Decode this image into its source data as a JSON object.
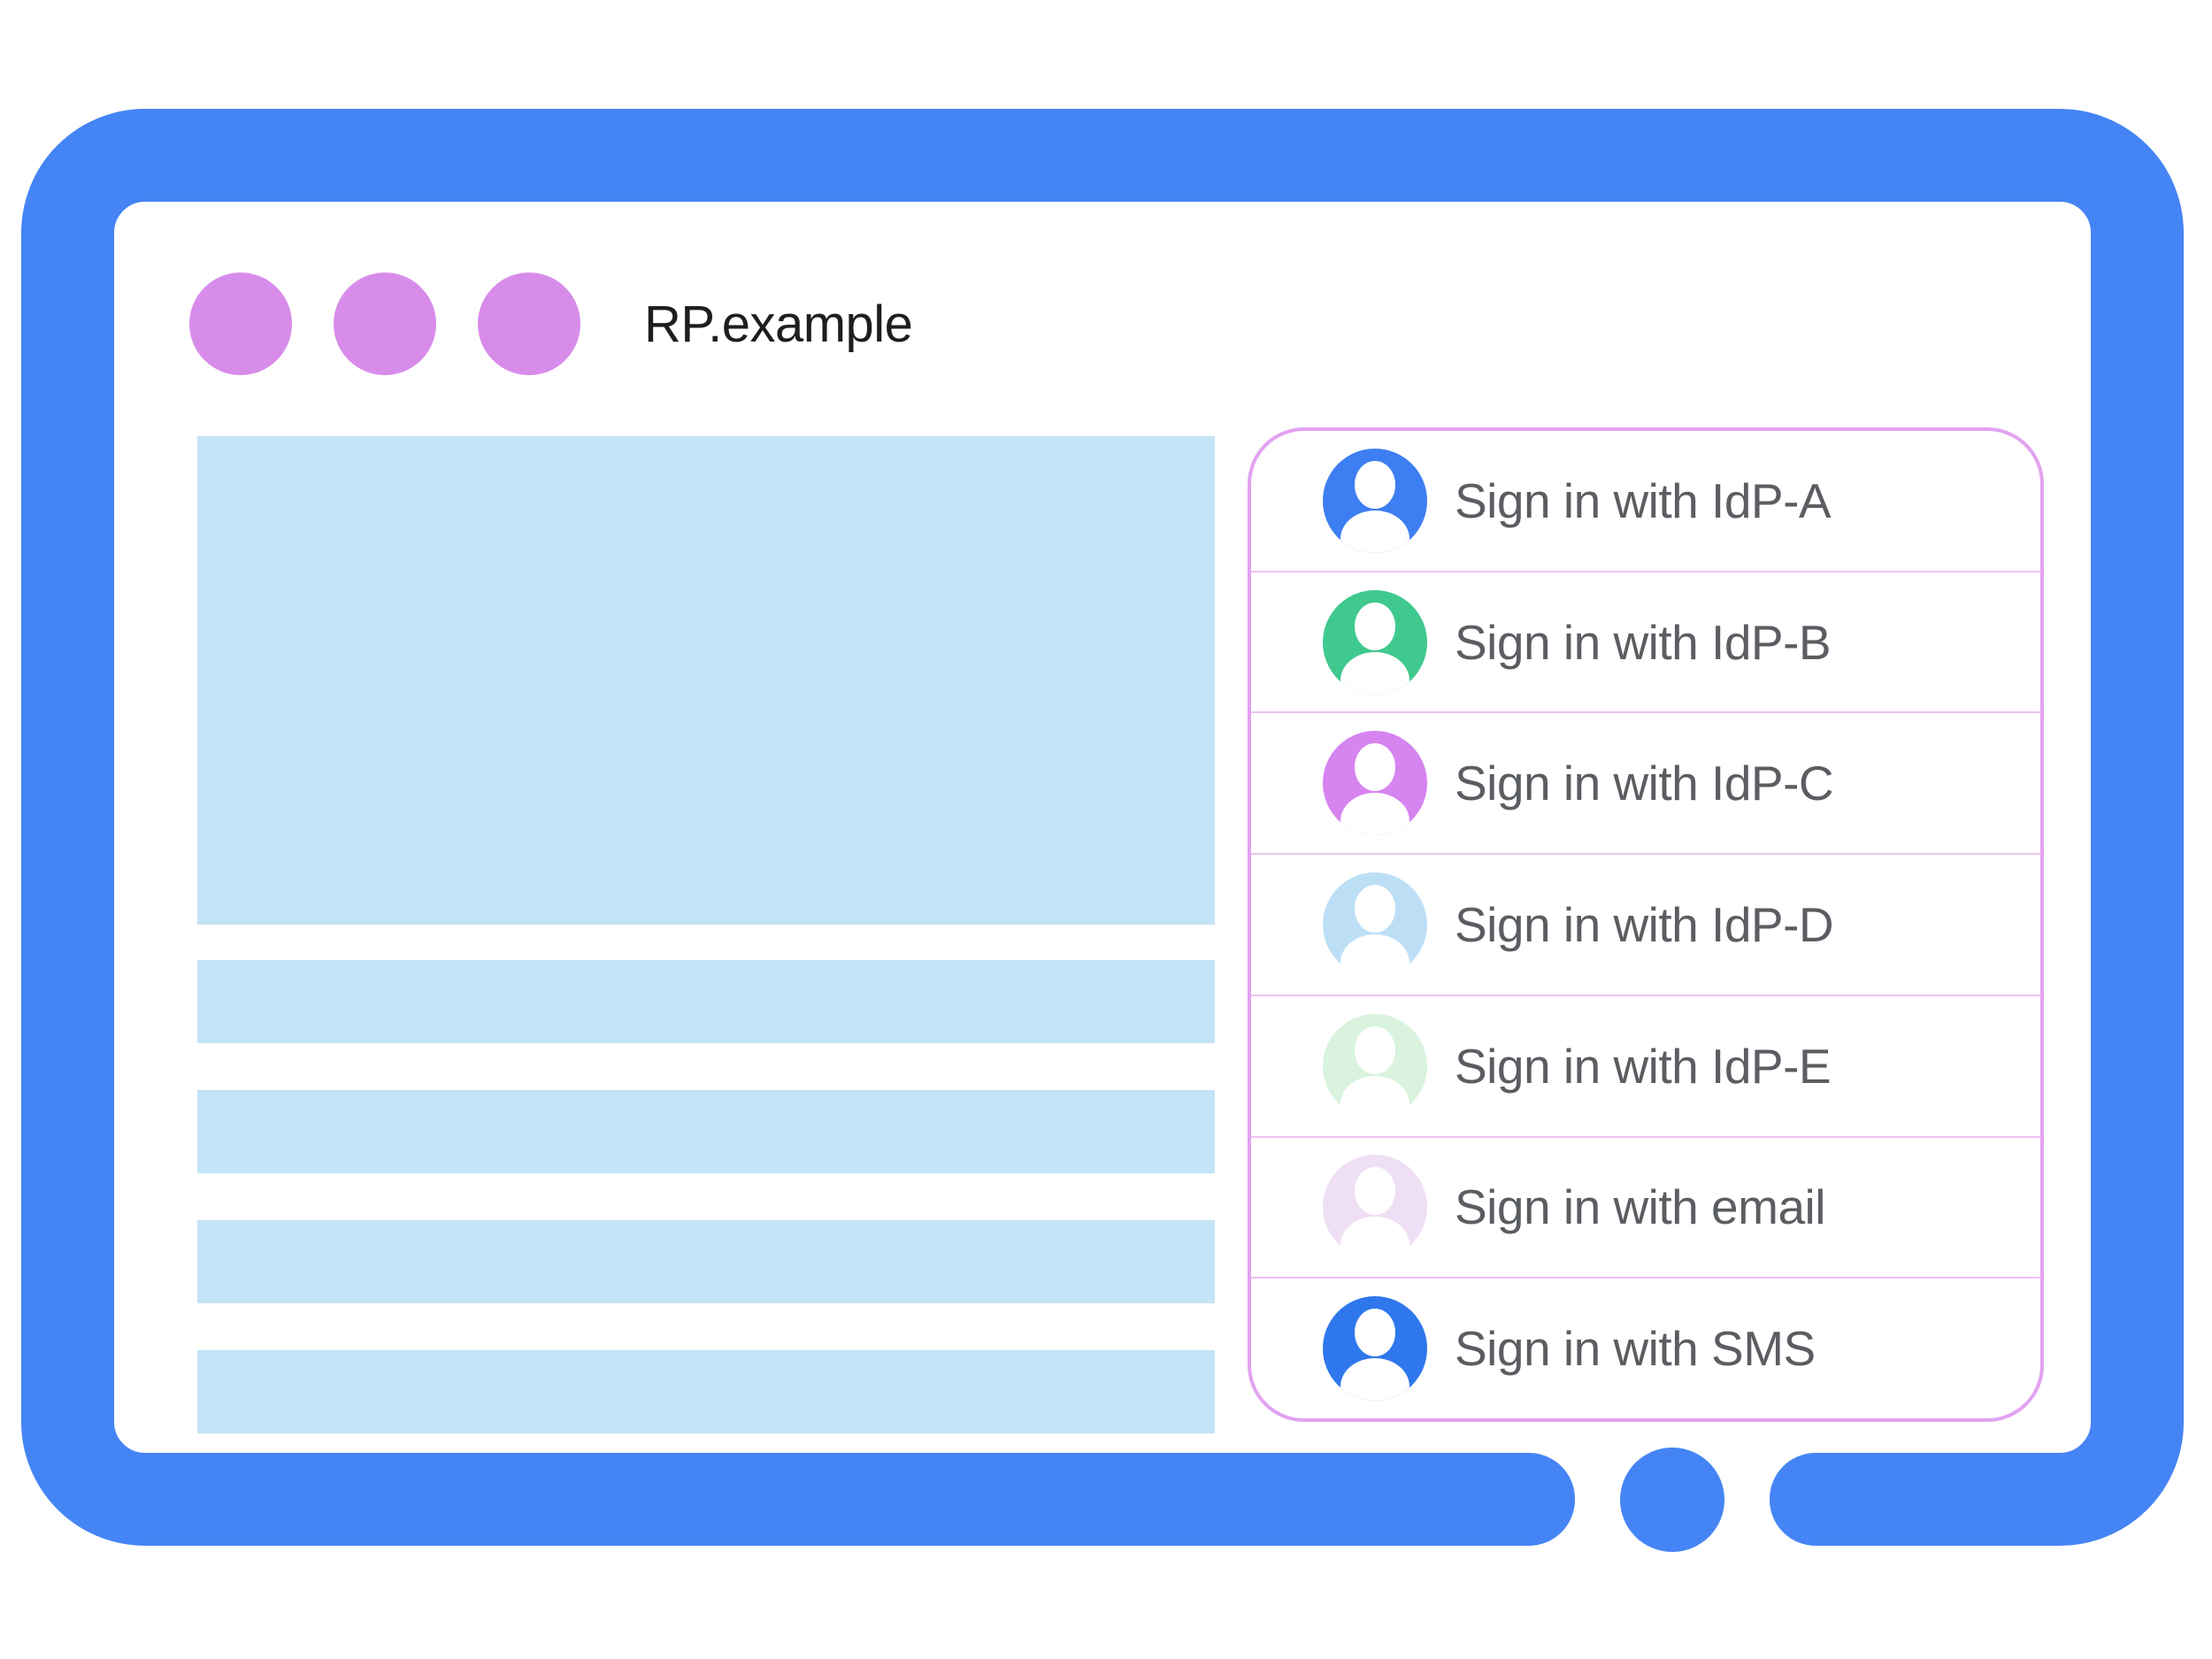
{
  "browser": {
    "title": "RP.example",
    "window_control_dot_count": 3
  },
  "colors": {
    "frame_blue": "#4584F5",
    "window_dot_purple": "#D88CEA",
    "placeholder_blue": "#C3E3F6",
    "dialog_border_purple": "#E2A2F1",
    "dialog_divider_purple": "#ECC2F2",
    "label_gray": "#5A5D61",
    "title_black": "#1E1E20"
  },
  "signin_dialog": {
    "items": [
      {
        "label": "Sign in with IdP-A",
        "avatar_color": "#3D7EF2"
      },
      {
        "label": "Sign in with IdP-B",
        "avatar_color": "#3FC98F"
      },
      {
        "label": "Sign in with IdP-C",
        "avatar_color": "#D684F0"
      },
      {
        "label": "Sign in with IdP-D",
        "avatar_color": "#BDDFF6"
      },
      {
        "label": "Sign in with IdP-E",
        "avatar_color": "#D9F3DE"
      },
      {
        "label": "Sign in with email",
        "avatar_color": "#EFDFF5"
      },
      {
        "label": "Sign in with SMS",
        "avatar_color": "#2E77EC"
      }
    ]
  }
}
